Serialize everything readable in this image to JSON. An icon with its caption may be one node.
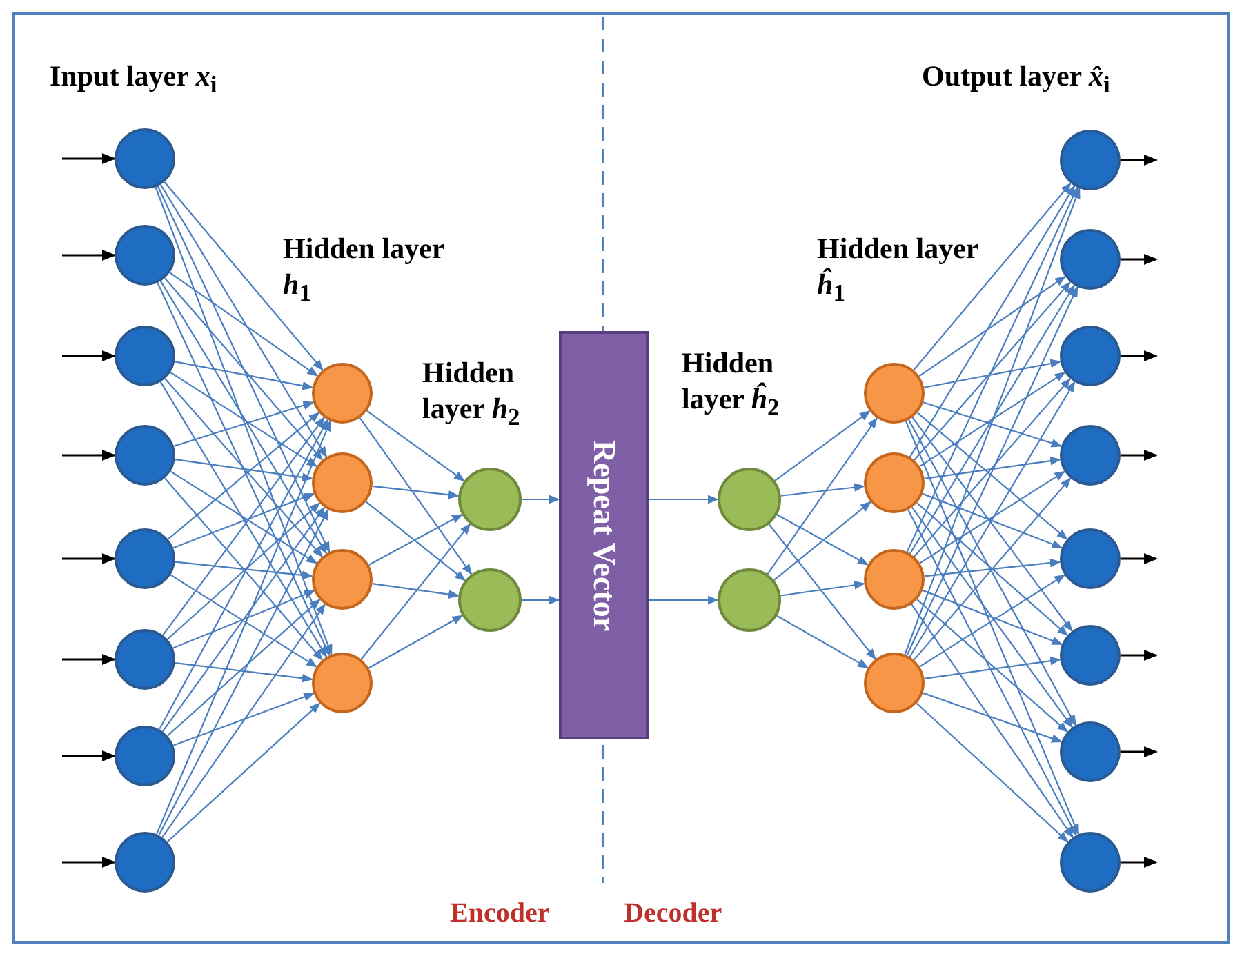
{
  "diagram": {
    "nodes": [
      {
        "text": [],
        "shape": "circle"
      },
      {
        "text": [],
        "shape": "circle"
      },
      {
        "text": [],
        "shape": "circle"
      },
      {
        "text": [],
        "shape": "circle"
      },
      {
        "text": [],
        "shape": "circle"
      },
      {
        "text": [],
        "shape": "circle"
      },
      {
        "text": [],
        "shape": "circle"
      },
      {
        "text": [],
        "shape": "circle"
      },
      {
        "text": [],
        "shape": "circle"
      },
      {
        "text": [],
        "shape": "circle"
      },
      {
        "text": [],
        "shape": "circle"
      },
      {
        "text": [],
        "shape": "circle"
      },
      {
        "text": [],
        "shape": "circle"
      },
      {
        "text": [],
        "shape": "circle"
      },
      {
        "text": [
          "Repeat Vector"
        ]
      },
      {
        "text": [],
        "shape": "circle"
      },
      {
        "text": [],
        "shape": "circle"
      },
      {
        "text": [],
        "shape": "circle"
      },
      {
        "text": [],
        "shape": "circle"
      },
      {
        "text": [],
        "shape": "circle"
      },
      {
        "text": [],
        "shape": "circle"
      },
      {
        "text": [],
        "shape": "circle"
      },
      {
        "text": [],
        "shape": "circle"
      },
      {
        "text": [],
        "shape": "circle"
      },
      {
        "text": [],
        "shape": "circle"
      },
      {
        "text": [],
        "shape": "circle"
      },
      {
        "text": [],
        "shape": "circle"
      },
      {
        "text": [],
        "shape": "circle"
      },
      {
        "text": [],
        "shape": "circle"
      }
    ],
    "edges": [
      {
        "from": null,
        "to": 0,
        "arrow": "to",
        "color": "#000000"
      },
      {
        "from": null,
        "to": 1,
        "arrow": "to",
        "color": "#000000"
      },
      {
        "from": null,
        "to": 2,
        "arrow": "to",
        "color": "#000000"
      },
      {
        "from": null,
        "to": 3,
        "arrow": "to",
        "color": "#000000"
      },
      {
        "from": null,
        "to": 4,
        "arrow": "to",
        "color": "#000000"
      },
      {
        "from": null,
        "to": 5,
        "arrow": "to",
        "color": "#000000"
      },
      {
        "from": null,
        "to": 6,
        "arrow": "to",
        "color": "#000000"
      },
      {
        "from": null,
        "to": 7,
        "arrow": "to",
        "color": "#000000"
      },
      {
        "from": 0,
        "to": 8,
        "arrow": "to"
      },
      {
        "from": 0,
        "to": 9,
        "arrow": "to"
      },
      {
        "from": 0,
        "to": 10,
        "arrow": "to"
      },
      {
        "from": 0,
        "to": 11,
        "arrow": "to"
      },
      {
        "from": 1,
        "to": 8,
        "arrow": "to"
      },
      {
        "from": 1,
        "to": 9,
        "arrow": "to"
      },
      {
        "from": 1,
        "to": 10,
        "arrow": "to"
      },
      {
        "from": 1,
        "to": 11,
        "arrow": "to"
      },
      {
        "from": 2,
        "to": 8,
        "arrow": "to"
      },
      {
        "from": 2,
        "to": 9,
        "arrow": "to"
      },
      {
        "from": 2,
        "to": 10,
        "arrow": "to"
      },
      {
        "from": 2,
        "to": 11,
        "arrow": "to"
      },
      {
        "from": 3,
        "to": 8,
        "arrow": "to"
      },
      {
        "from": 3,
        "to": 9,
        "arrow": "to"
      },
      {
        "from": 3,
        "to": 10,
        "arrow": "to"
      },
      {
        "from": 3,
        "to": 11,
        "arrow": "to"
      },
      {
        "from": 4,
        "to": 8,
        "arrow": "to"
      },
      {
        "from": 4,
        "to": 9,
        "arrow": "to"
      },
      {
        "from": 4,
        "to": 10,
        "arrow": "to"
      },
      {
        "from": 4,
        "to": 11,
        "arrow": "to"
      },
      {
        "from": 5,
        "to": 8,
        "arrow": "to"
      },
      {
        "from": 5,
        "to": 9,
        "arrow": "to"
      },
      {
        "from": 5,
        "to": 10,
        "arrow": "to"
      },
      {
        "from": 5,
        "to": 11,
        "arrow": "to"
      },
      {
        "from": 6,
        "to": 8,
        "arrow": "to"
      },
      {
        "from": 6,
        "to": 9,
        "arrow": "to"
      },
      {
        "from": 6,
        "to": 10,
        "arrow": "to"
      },
      {
        "from": 6,
        "to": 11,
        "arrow": "to"
      },
      {
        "from": 7,
        "to": 8,
        "arrow": "to"
      },
      {
        "from": 7,
        "to": 9,
        "arrow": "to"
      },
      {
        "from": 7,
        "to": 10,
        "arrow": "to"
      },
      {
        "from": 7,
        "to": 11,
        "arrow": "to"
      },
      {
        "from": 8,
        "to": 12,
        "arrow": "to"
      },
      {
        "from": 8,
        "to": 13,
        "arrow": "to"
      },
      {
        "from": 9,
        "to": 12,
        "arrow": "to"
      },
      {
        "from": 9,
        "to": 13,
        "arrow": "to"
      },
      {
        "from": 10,
        "to": 12,
        "arrow": "to"
      },
      {
        "from": 10,
        "to": 13,
        "arrow": "to"
      },
      {
        "from": 11,
        "to": 12,
        "arrow": "to"
      },
      {
        "from": 11,
        "to": 13,
        "arrow": "to"
      },
      {
        "from": 12,
        "to": 14,
        "arrow": "to"
      },
      {
        "from": 13,
        "to": 14,
        "arrow": "to"
      },
      {
        "from": 14,
        "to": 15,
        "arrow": "to"
      },
      {
        "from": 14,
        "to": 16,
        "arrow": "to"
      },
      {
        "from": 15,
        "to": 17,
        "arrow": "to"
      },
      {
        "from": 15,
        "to": 18,
        "arrow": "to"
      },
      {
        "from": 15,
        "to": 19,
        "arrow": "to"
      },
      {
        "from": 15,
        "to": 20,
        "arrow": "to"
      },
      {
        "from": 16,
        "to": 17,
        "arrow": "to"
      },
      {
        "from": 16,
        "to": 18,
        "arrow": "to"
      },
      {
        "from": 16,
        "to": 19,
        "arrow": "to"
      },
      {
        "from": 16,
        "to": 20,
        "arrow": "to"
      },
      {
        "from": 17,
        "to": 21,
        "arrow": "to"
      },
      {
        "from": 17,
        "to": 22,
        "arrow": "to"
      },
      {
        "from": 17,
        "to": 23,
        "arrow": "to"
      },
      {
        "from": 17,
        "to": 24,
        "arrow": "to"
      },
      {
        "from": 17,
        "to": 25,
        "arrow": "to"
      },
      {
        "from": 17,
        "to": 26,
        "arrow": "to"
      },
      {
        "from": 17,
        "to": 27,
        "arrow": "to"
      },
      {
        "from": 17,
        "to": 28,
        "arrow": "to"
      },
      {
        "from": 18,
        "to": 21,
        "arrow": "to"
      },
      {
        "from": 18,
        "to": 22,
        "arrow": "to"
      },
      {
        "from": 18,
        "to": 23,
        "arrow": "to"
      },
      {
        "from": 18,
        "to": 24,
        "arrow": "to"
      },
      {
        "from": 18,
        "to": 25,
        "arrow": "to"
      },
      {
        "from": 18,
        "to": 26,
        "arrow": "to"
      },
      {
        "from": 18,
        "to": 27,
        "arrow": "to"
      },
      {
        "from": 18,
        "to": 28,
        "arrow": "to"
      },
      {
        "from": 19,
        "to": 21,
        "arrow": "to"
      },
      {
        "from": 19,
        "to": 22,
        "arrow": "to"
      },
      {
        "from": 19,
        "to": 23,
        "arrow": "to"
      },
      {
        "from": 19,
        "to": 24,
        "arrow": "to"
      },
      {
        "from": 19,
        "to": 25,
        "arrow": "to"
      },
      {
        "from": 19,
        "to": 26,
        "arrow": "to"
      },
      {
        "from": 19,
        "to": 27,
        "arrow": "to"
      },
      {
        "from": 19,
        "to": 28,
        "arrow": "to"
      },
      {
        "from": 20,
        "to": 21,
        "arrow": "to"
      },
      {
        "from": 20,
        "to": 22,
        "arrow": "to"
      },
      {
        "from": 20,
        "to": 23,
        "arrow": "to"
      },
      {
        "from": 20,
        "to": 24,
        "arrow": "to"
      },
      {
        "from": 20,
        "to": 25,
        "arrow": "to"
      },
      {
        "from": 20,
        "to": 26,
        "arrow": "to"
      },
      {
        "from": 20,
        "to": 27,
        "arrow": "to"
      },
      {
        "from": 20,
        "to": 28,
        "arrow": "to"
      },
      {
        "from": 21,
        "to": null,
        "arrow": "to",
        "color": "#000000"
      },
      {
        "from": 22,
        "to": null,
        "arrow": "to",
        "color": "#000000"
      },
      {
        "from": 23,
        "to": null,
        "arrow": "to",
        "color": "#000000"
      },
      {
        "from": 24,
        "to": null,
        "arrow": "to",
        "color": "#000000"
      },
      {
        "from": 25,
        "to": null,
        "arrow": "to",
        "color": "#000000"
      },
      {
        "from": 26,
        "to": null,
        "arrow": "to",
        "color": "#000000"
      },
      {
        "from": 27,
        "to": null,
        "arrow": "to",
        "color": "#000000"
      },
      {
        "from": 28,
        "to": null,
        "arrow": "to",
        "color": "#000000"
      }
    ],
    "labels": [
      "Input layer *x*$_{i}$",
      "Output layer *x̂*$_{i}$",
      "Hidden layer *h*$_{1}$",
      "Hidden layer *ĥ*$_{1}$",
      "Hidden layer *h*$_{2}$",
      "Hidden layer *ĥ*$_{2}$",
      "Encoder",
      "Decoder"
    ]
  }
}
